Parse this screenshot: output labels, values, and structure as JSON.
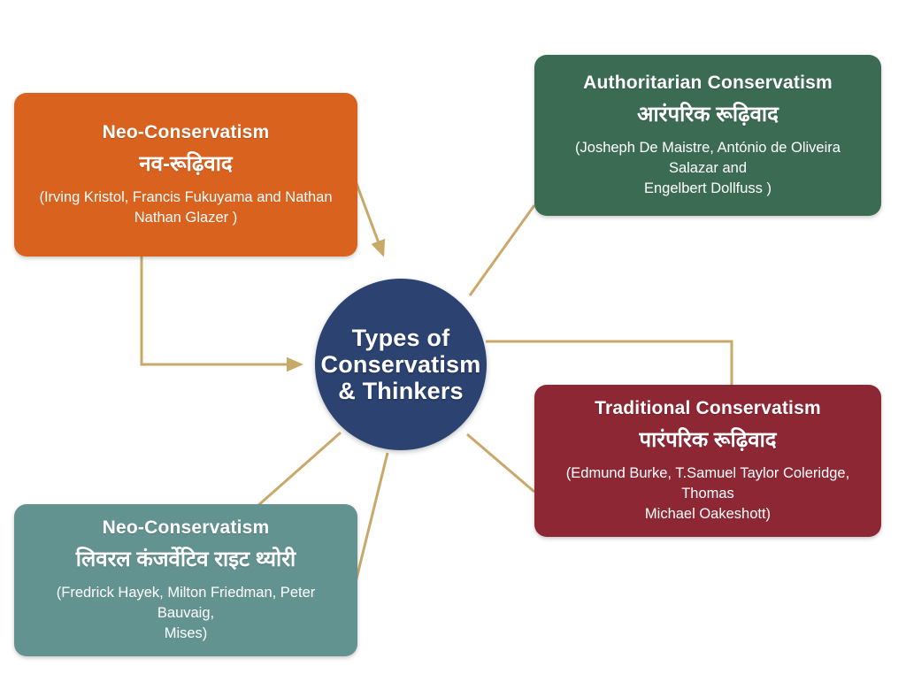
{
  "diagram": {
    "center": {
      "label": "Types of Conservatism & Thinkers",
      "line1": "Types of",
      "line2": "Conservatism",
      "line3": "& Thinkers",
      "color": "#2C4372",
      "text_color": "#FFFFFF"
    },
    "background_color": "#FFFFFF",
    "connector_color": "#C8A96A",
    "nodes": [
      {
        "id": "neo-conservatism",
        "title_en": "Neo-Conservatism",
        "title_hi": "नव-रूढ़िवाद",
        "thinkers": "(Irving Kristol, Francis Fukuyama and Nathan Nathan Glazer )",
        "thinkers_line1": "(Irving Kristol, Francis Fukuyama and Nathan",
        "thinkers_line2": "Nathan Glazer )",
        "color": "#D9621F",
        "text_color": "#FFFFFF",
        "position": "top-left"
      },
      {
        "id": "authoritarian-conservatism",
        "title_en": "Authoritarian Conservatism",
        "title_hi": "आरंपरिक रूढ़िवाद",
        "thinkers": "(Josheph De Maistre, António de Oliveira Salazar and Engelbert Dollfuss )",
        "thinkers_line1": "(Josheph De Maistre, António de Oliveira Salazar and",
        "thinkers_line2": "Engelbert Dollfuss )",
        "color": "#3B6B53",
        "text_color": "#FFFFFF",
        "position": "top-right"
      },
      {
        "id": "traditional-conservatism",
        "title_en": "Traditional Conservatism",
        "title_hi": "पारंपरिक रूढ़िवाद",
        "thinkers": "(Edmund Burke, T.Samuel Taylor Coleridge, Thomas Michael Oakeshott)",
        "thinkers_line1": "(Edmund Burke, T.Samuel Taylor Coleridge, Thomas",
        "thinkers_line2": "Michael Oakeshott)",
        "color": "#8C2733",
        "text_color": "#FFFFFF",
        "position": "bottom-right"
      },
      {
        "id": "liberal-conservatism",
        "title_en": "Neo-Conservatism",
        "title_hi": "लिवरल कंजर्वेटिव राइट थ्योरी",
        "thinkers": "(Fredrick Hayek, Milton Friedman, Peter Bauvaig, Mises)",
        "thinkers_line1": "(Fredrick Hayek, Milton Friedman, Peter Bauvaig,",
        "thinkers_line2": "Mises)",
        "color": "#639390",
        "text_color": "#FFFFFF",
        "position": "bottom-left"
      }
    ]
  }
}
